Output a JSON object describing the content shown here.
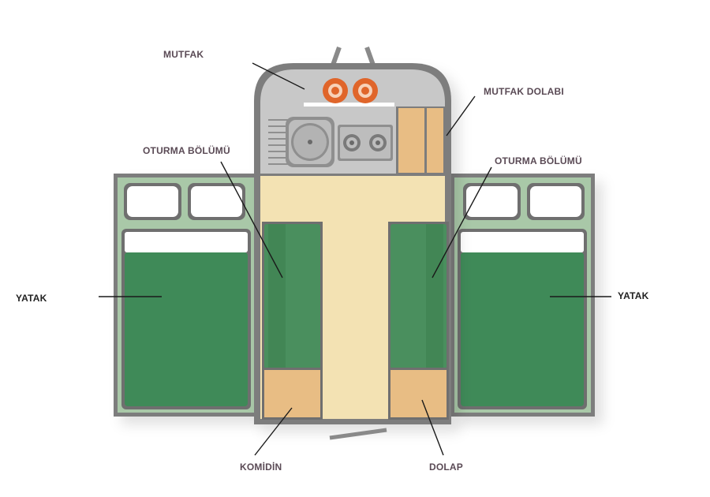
{
  "labels": {
    "kitchen": "MUTFAK",
    "kitchen_cabinet": "MUTFAK DOLABI",
    "seating_left": "OTURMA BÖLÜMÜ",
    "seating_right": "OTURMA BÖLÜMÜ",
    "bed_left": "YATAK",
    "bed_right": "YATAK",
    "nightstand": "KOMİDİN",
    "wardrobe": "DOLAP"
  },
  "colors": {
    "frame": "#7d7d7d",
    "bed_frame": "#a9c8a8",
    "mattress": "#3f8a58",
    "seat": "#4a8f5e",
    "floor": "#f3e2b3",
    "cabinet": "#e8bd84",
    "kitchen_bg": "#c8c8c8",
    "burner": "#e0652a",
    "pillow": "#ffffff",
    "label_text": "#5a4a55"
  }
}
